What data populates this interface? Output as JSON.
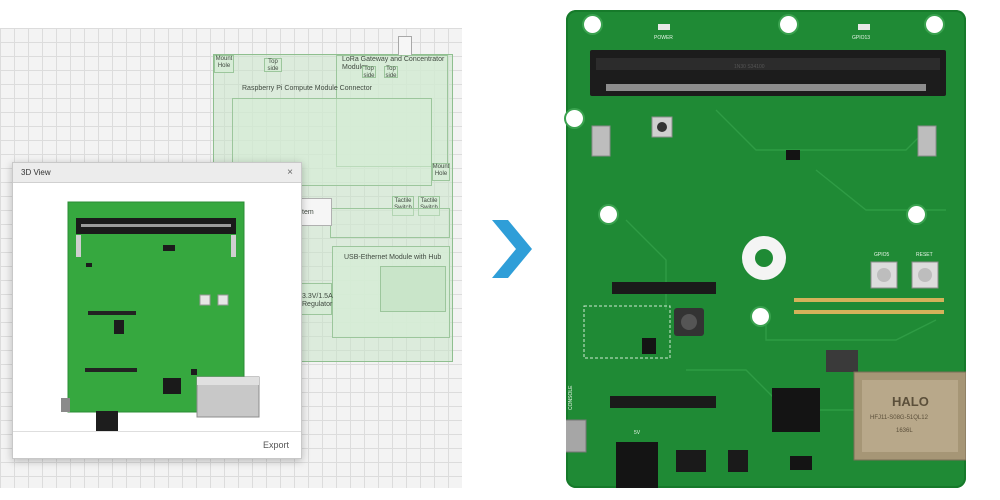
{
  "schematic": {
    "blocks": {
      "mount_hole_tl": "Mount\nHole",
      "top_side_1": "Top\nside",
      "top_side_2": "Top\nside",
      "top_side_3": "Top\nside",
      "lora_module": "LoRa Gateway and Concentrator\nModule",
      "rpi_connector": "Raspberry Pi Compute Module Connector",
      "mount_hole_r": "Mount\nHole",
      "tactile_1": "Tactile\nSwitch",
      "tactile_2": "Tactile\nSwitch",
      "usb_ethernet": "USB-Ethernet Module with Hub",
      "stem_fragment": "tem",
      "regulator": "3.3V/1.5A\nRegulator"
    }
  },
  "dialog": {
    "title": "3D View",
    "close_glyph": "×",
    "export_label": "Export"
  },
  "photo": {
    "labels": {
      "power": "POWER",
      "gpio13": "GPIO13",
      "gpio5": "GPIO5",
      "reset": "RESET",
      "console": "CONSOLE",
      "five_v": "5V",
      "halo_top": "HALO",
      "halo_part": "HFJ11-S08G-51QL12",
      "halo_code": "1636L",
      "socket_mark": "1N30 S34100"
    }
  },
  "colors": {
    "arrow": "#2f9ed8",
    "pcb_green": "#1f8a35",
    "schematic_green": "#c8e4c8"
  }
}
